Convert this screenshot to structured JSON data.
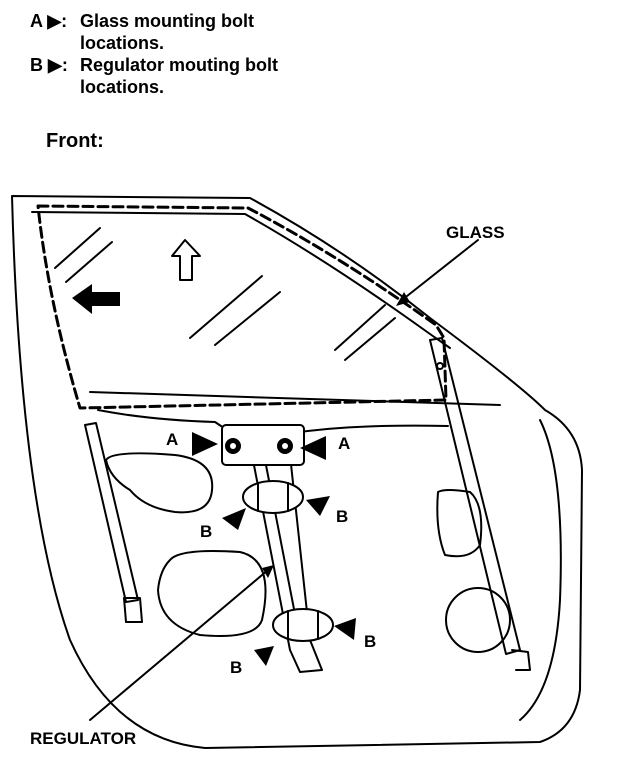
{
  "legend": {
    "a_key": "A ▶:",
    "a_desc": "Glass mounting bolt locations.",
    "b_key": "B ▶:",
    "b_desc": "Regulator mouting bolt locations."
  },
  "front_label": "Front:",
  "labels": {
    "glass": "GLASS",
    "regulator": "REGULATOR",
    "a": "A",
    "b": "B"
  }
}
